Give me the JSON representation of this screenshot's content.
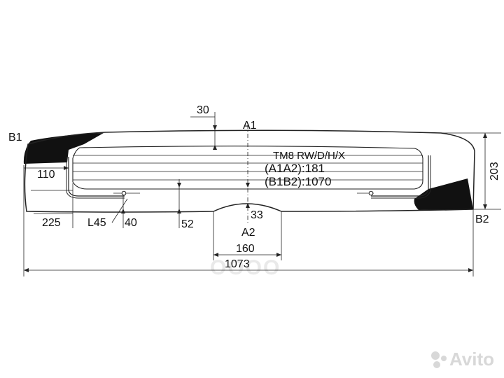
{
  "labels": {
    "b1": "B1",
    "a1": "A1",
    "b2": "B2",
    "a2": "A2"
  },
  "info": {
    "model": "TM8 RW/D/H/X",
    "a1a2": "(A1A2):181",
    "b1b2": "(B1B2):1070"
  },
  "dimensions": {
    "d30": "30",
    "d203": "203",
    "d110": "110",
    "d225": "225",
    "l45": "L45",
    "d40": "40",
    "d52": "52",
    "d33": "33",
    "d160": "160",
    "d1073": "1073"
  },
  "watermarks": {
    "brand": "OOOO",
    "avito": "Avito"
  },
  "colors": {
    "line": "#222222",
    "band": "#111111",
    "glass": "#ffffff"
  }
}
